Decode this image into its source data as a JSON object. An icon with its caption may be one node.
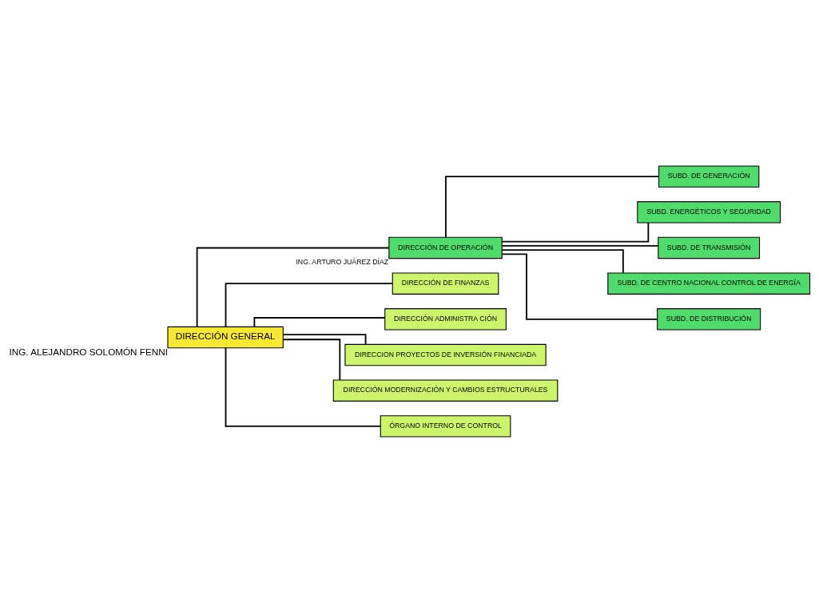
{
  "diagram": {
    "nodes": [
      {
        "text": [
          "DIRECCIÓN GENERAL"
        ],
        "beside": [
          "ING. ALEJANDRO SOLOMÓN FENNI"
        ]
      },
      {
        "text": [
          "DIRECCIÓN DE OPERACIÓN"
        ],
        "beside": [
          "ING. ARTURO JUÁREZ DÍAZ"
        ]
      },
      {
        "text": [
          "DIRECCIÓN DE FINANZAS"
        ]
      },
      {
        "text": [
          "DIRECCIÓN ADMINISTRA CIÓN"
        ]
      },
      {
        "text": [
          "DIRECCION PROYECTOS DE INVERSIÓN FINANCIADA"
        ]
      },
      {
        "text": [
          "DIRECCIÓN MODERNIZACIÓN Y CAMBIOS ESTRUCTURALES"
        ]
      },
      {
        "text": [
          "ÓRGANO INTERNO DE CONTROL"
        ]
      },
      {
        "text": [
          "SUBD. DE GENERACIÓN"
        ]
      },
      {
        "text": [
          "SUBD. ENERGÉTICOS Y SEGURIDAD"
        ]
      },
      {
        "text": [
          "SUBD. DE TRANSMISIÓN"
        ]
      },
      {
        "text": [
          "SUBD. DE CENTRO NACIONAL CONTROL DE ENERGÍA"
        ]
      },
      {
        "text": [
          "SUBD. DE DISTRIBUCIÓN"
        ]
      }
    ],
    "edges": [
      {
        "from": 0,
        "to": 1,
        "arrow": "none"
      },
      {
        "from": 0,
        "to": 2,
        "arrow": "none"
      },
      {
        "from": 0,
        "to": 3,
        "arrow": "none"
      },
      {
        "from": 0,
        "to": 4,
        "arrow": "none"
      },
      {
        "from": 0,
        "to": 5,
        "arrow": "none"
      },
      {
        "from": 0,
        "to": 6,
        "arrow": "none"
      },
      {
        "from": 1,
        "to": 7,
        "arrow": "none"
      },
      {
        "from": 1,
        "to": 8,
        "arrow": "none"
      },
      {
        "from": 1,
        "to": 9,
        "arrow": "none"
      },
      {
        "from": 1,
        "to": 10,
        "arrow": "none"
      },
      {
        "from": 1,
        "to": 11,
        "arrow": "none"
      }
    ]
  }
}
